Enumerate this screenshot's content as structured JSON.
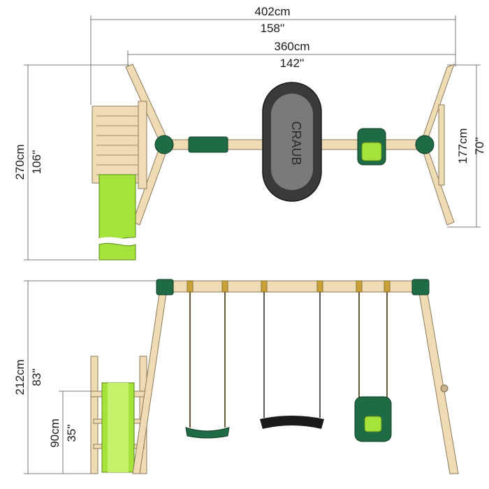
{
  "dimensions": {
    "overall_width_cm": "402cm",
    "overall_width_in": "158''",
    "beam_width_cm": "360cm",
    "beam_width_in": "142''",
    "depth_cm": "270cm",
    "depth_in": "106''",
    "frame_depth_cm": "177cm",
    "frame_depth_in": "70''",
    "height_cm": "212cm",
    "height_in": "83''",
    "platform_height_cm": "90cm",
    "platform_height_in": "35''"
  },
  "swing_nest_logo": "CRAUB"
}
